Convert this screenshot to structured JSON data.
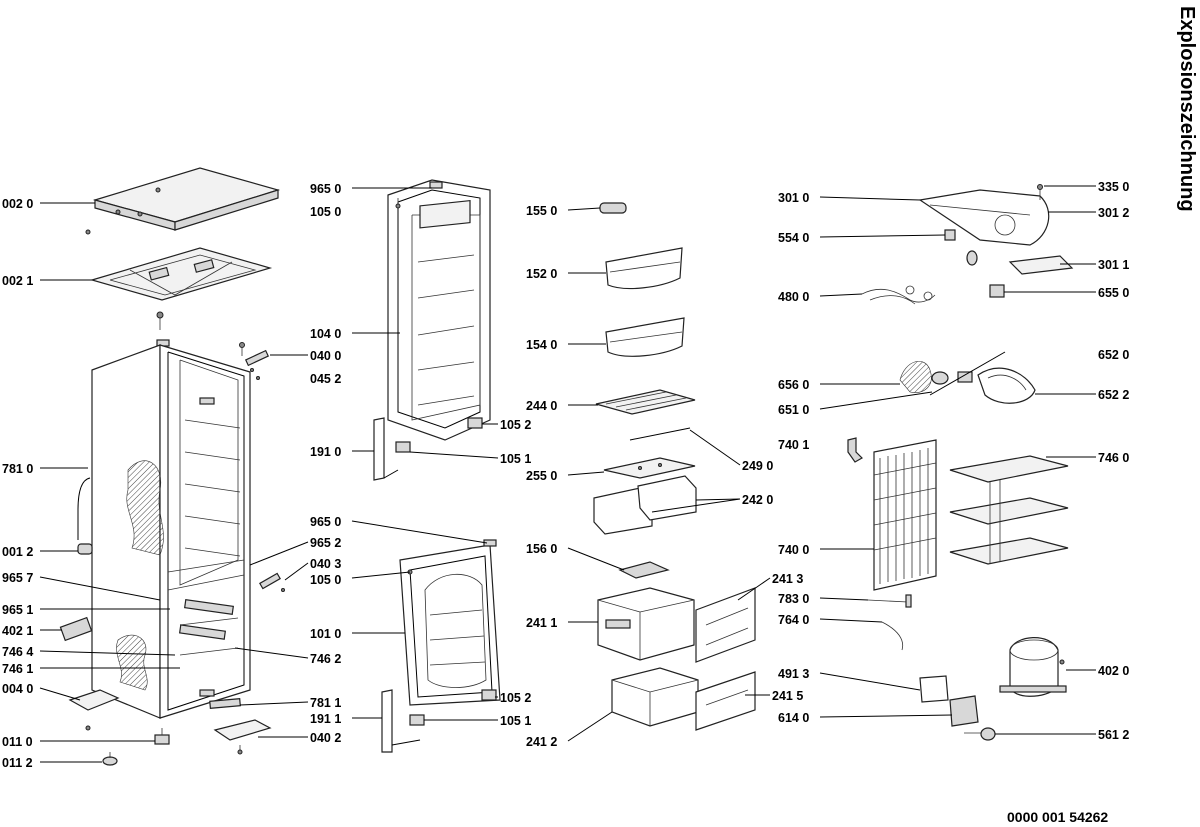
{
  "title": "Explosionszeichnung",
  "document_number": "0000 001 54262",
  "labels": {
    "l0020": "002 0",
    "l0021": "002 1",
    "l7810": "781 0",
    "l0012": "001 2",
    "l9657": "965 7",
    "l9651": "965 1",
    "l4021": "402 1",
    "l7464": "746 4",
    "l7461": "746 1",
    "l0040": "004 0",
    "l0110": "011 0",
    "l0112": "011 2",
    "l0400": "040 0",
    "l0452": "045 2",
    "l9652": "965 2",
    "l0403": "040 3",
    "l7462": "746 2",
    "l7811": "781 1",
    "l1911b": "191 1",
    "l0402": "040 2",
    "l9650a": "965 0",
    "l1050a": "105 0",
    "l1040": "104 0",
    "l1910": "191 0",
    "l9650b": "965 0",
    "l1050b": "105 0",
    "l1010": "101 0",
    "l1550": "155 0",
    "l1520": "152 0",
    "l1540": "154 0",
    "l2440": "244 0",
    "l1052a": "105 2",
    "l1051a": "105 1",
    "l2550": "255 0",
    "l2490": "249 0",
    "l2420": "242 0",
    "l1560": "156 0",
    "l2411": "241 1",
    "l2413": "241 3",
    "l1052b": "105 2",
    "l1051b": "105 1",
    "l2412": "241 2",
    "l2415": "241 5",
    "l3010": "301 0",
    "l3350": "335 0",
    "l3012": "301 2",
    "l5540": "554 0",
    "l3011": "301 1",
    "l4800": "480 0",
    "l6550": "655 0",
    "l6520": "652 0",
    "l6560": "656 0",
    "l6522": "652 2",
    "l6510": "651 0",
    "l7401": "740 1",
    "l7460": "746 0",
    "l7400": "740 0",
    "l7830": "783 0",
    "l7640": "764 0",
    "l4913": "491 3",
    "l4020": "402 0",
    "l6140": "614 0",
    "l5612": "561 2"
  }
}
